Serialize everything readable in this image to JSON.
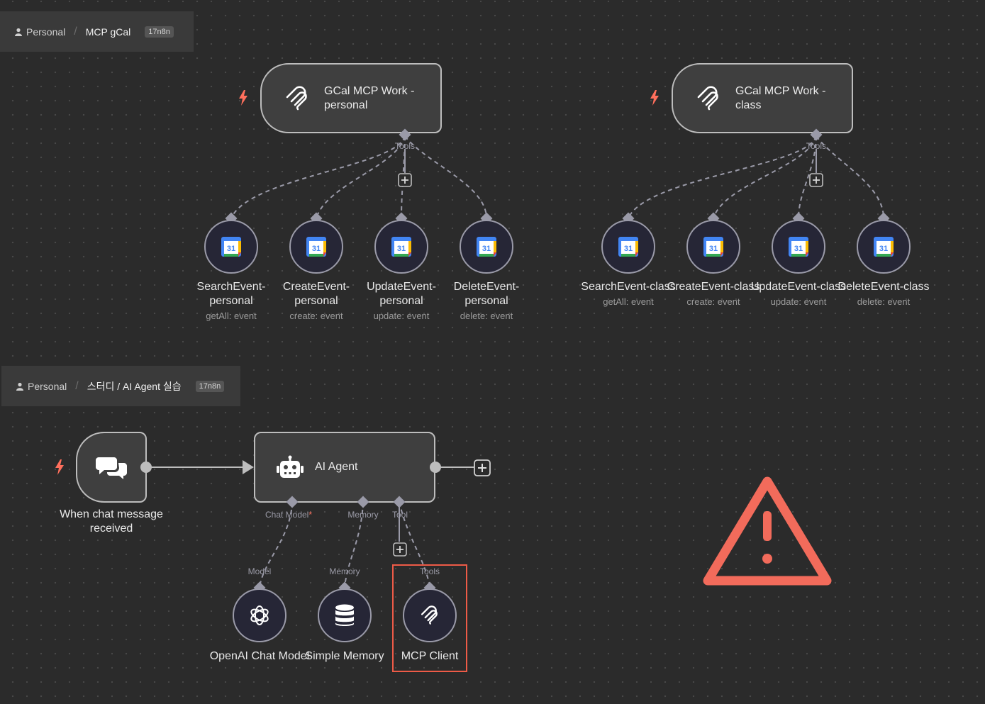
{
  "workflow1": {
    "breadcrumb": {
      "project": "Personal",
      "separator": "/",
      "name": "MCP gCal",
      "badge": "17n8n"
    },
    "triggers": [
      {
        "title": "GCal MCP Work -\npersonal",
        "port_label": "Tools"
      },
      {
        "title": "GCal MCP Work -\nclass",
        "port_label": "Tools"
      }
    ],
    "tools_personal": [
      {
        "label": "SearchEvent-\npersonal",
        "sub": "getAll: event"
      },
      {
        "label": "CreateEvent-\npersonal",
        "sub": "create: event"
      },
      {
        "label": "UpdateEvent-\npersonal",
        "sub": "update: event"
      },
      {
        "label": "DeleteEvent-\npersonal",
        "sub": "delete: event"
      }
    ],
    "tools_class": [
      {
        "label": "SearchEvent-class",
        "sub": "getAll: event"
      },
      {
        "label": "CreateEvent-class",
        "sub": "create: event"
      },
      {
        "label": "UpdateEvent-class",
        "sub": "update: event"
      },
      {
        "label": "DeleteEvent-class",
        "sub": "delete: event"
      }
    ],
    "calendar_icon_text": "31"
  },
  "workflow2": {
    "breadcrumb": {
      "project": "Personal",
      "separator": "/",
      "name": "스터디 / AI Agent 실습",
      "badge": "17n8n"
    },
    "chat_trigger": {
      "label": "When chat message\nreceived"
    },
    "agent": {
      "title": "AI Agent",
      "ports": {
        "chat_model": "Chat Model",
        "required_mark": "*",
        "memory": "Memory",
        "tool": "Tool"
      }
    },
    "subnodes": [
      {
        "label": "OpenAI Chat Model",
        "port_label": "Model"
      },
      {
        "label": "Simple Memory",
        "port_label": "Memory"
      },
      {
        "label": "MCP Client",
        "port_label": "Tools"
      }
    ]
  },
  "colors": {
    "canvas": "#2b2b2b",
    "node_bg": "#3f3f3f",
    "node_border": "#bdbdbd",
    "trigger_bolt": "#ff6f5c",
    "warning": "#f26b5b",
    "highlight": "#ee5b47",
    "connection": "#9a9aa8"
  },
  "icons": {
    "trigger": "lightning-bolt-icon",
    "mcp": "mcp-logo-icon",
    "calendar": "google-calendar-icon",
    "chat": "chat-bubbles-icon",
    "agent": "robot-icon",
    "openai": "openai-logo-icon",
    "memory": "database-icon",
    "warning": "warning-triangle-icon",
    "add": "plus-box-icon",
    "user": "user-icon"
  }
}
